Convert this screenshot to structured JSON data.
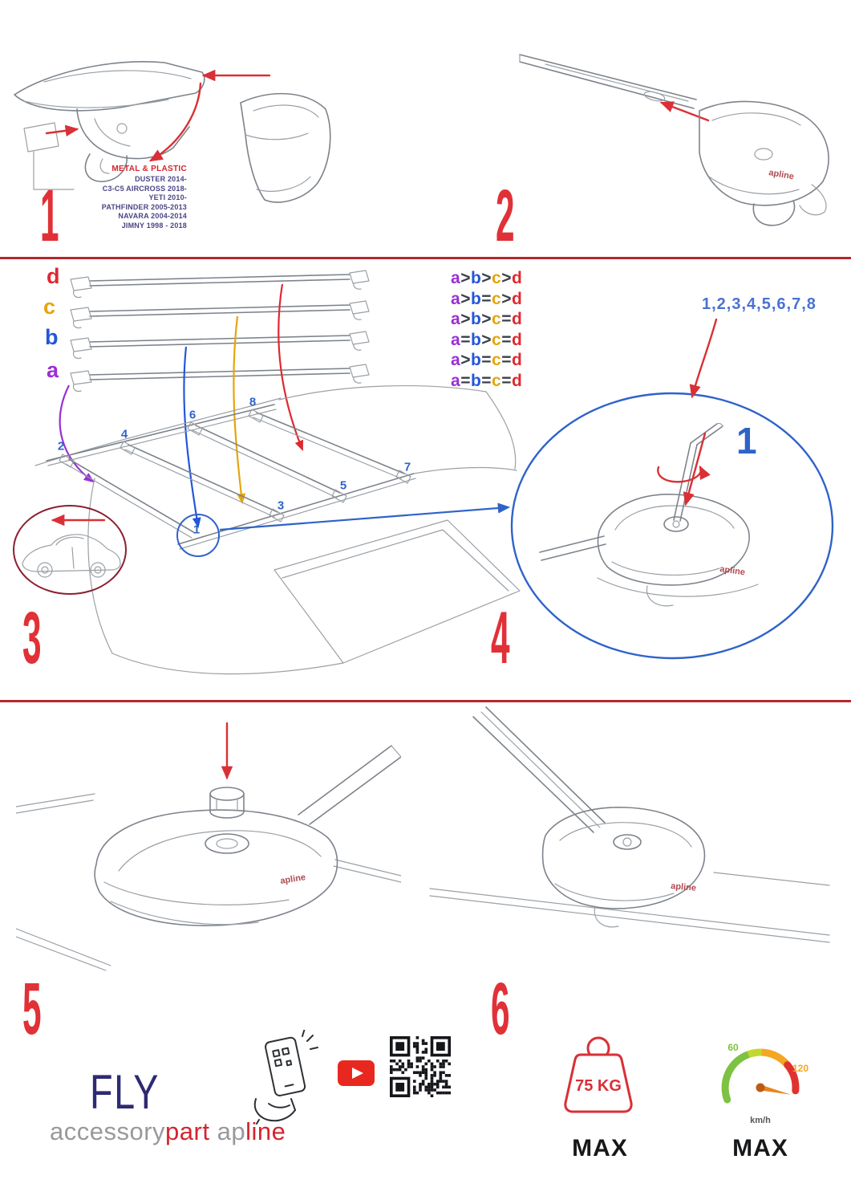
{
  "page": {
    "background": "#ffffff"
  },
  "colors": {
    "accent_red": "#d93036",
    "divider_red": "#b5272e",
    "number_blue": "#2f63c9",
    "sequence_blue": "#4a72d0",
    "letters": {
      "a": "#9a2fd6",
      "b": "#2457d8",
      "c": "#e5a50a",
      "d": "#e02830"
    },
    "operator": "#3c3f49",
    "brand_gray": "#97999b",
    "brand_red": "#d5232e",
    "fly_navy": "#2e2a72",
    "model_text": "#4a4585"
  },
  "steps": {
    "s1": {
      "number": "1",
      "material_label": "METAL & PLASTIC",
      "models": [
        "DUSTER 2014-",
        "C3-C5 AIRCROSS 2018-",
        "YETI 2010-",
        "PATHFINDER 2005-2013",
        "NAVARA 2004-2014",
        "JIMNY 1998 - 2018"
      ]
    },
    "s2": {
      "number": "2",
      "brand_on_part": "apline"
    },
    "s3": {
      "number": "3",
      "bar_labels": [
        "d",
        "c",
        "b",
        "a"
      ],
      "compare_lines": [
        "a>b>c>d",
        "a>b=c>d",
        "a>b>c=d",
        "a=b>c=d",
        "a>b=c=d",
        "a=b=c=d"
      ],
      "tighten_order": [
        "1",
        "2",
        "3",
        "4",
        "5",
        "6",
        "7",
        "8"
      ]
    },
    "s4": {
      "number": "4",
      "sequence_label": "1,2,3,4,5,6,7,8",
      "callout_number": "1",
      "brand_on_part": "apline"
    },
    "s5": {
      "number": "5",
      "brand_on_part": "apline"
    },
    "s6": {
      "number": "6",
      "brand_on_part": "apline"
    }
  },
  "footer": {
    "product_name": "FLY",
    "brand_word1_gray": "accessory",
    "brand_word1_red": "part",
    "brand_word2_gray": "ap",
    "brand_word2_red": "line",
    "weight_value": "75 KG",
    "weight_max": "MAX",
    "speed_low": "60",
    "speed_high": "120",
    "speed_unit": "km/h",
    "speed_max": "MAX"
  }
}
